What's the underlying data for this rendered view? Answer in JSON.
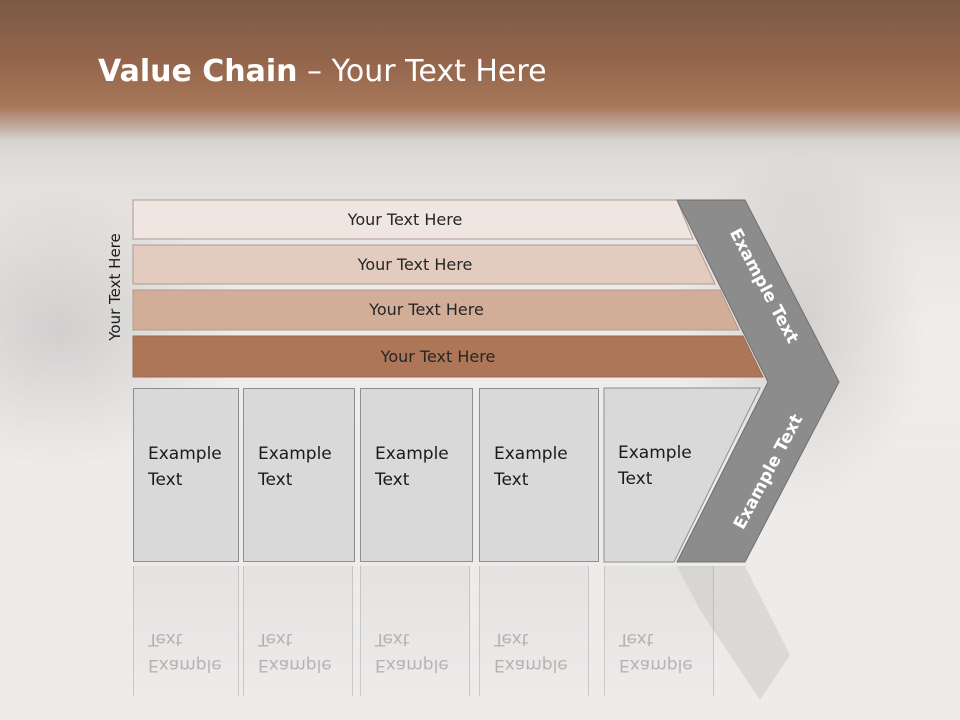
{
  "title": {
    "bold": "Value Chain",
    "rest": " – Your Text Here"
  },
  "side_label": "Your Text Here",
  "bars": [
    {
      "label": "Your Text Here",
      "color": "#efe5e1"
    },
    {
      "label": "Your Text Here",
      "color": "#e3cbbf"
    },
    {
      "label": "Your Text Here",
      "color": "#d2ad97"
    },
    {
      "label": "Your Text Here",
      "color": "#ad7657"
    }
  ],
  "boxes": [
    {
      "line1": "Example",
      "line2": "Text"
    },
    {
      "line1": "Example",
      "line2": "Text"
    },
    {
      "line1": "Example",
      "line2": "Text"
    },
    {
      "line1": "Example",
      "line2": "Text"
    },
    {
      "line1": "Example",
      "line2": "Text"
    }
  ],
  "chevron": {
    "upper_text": "Example Text",
    "lower_text": "Example Text",
    "color": "#8c8c8c"
  }
}
